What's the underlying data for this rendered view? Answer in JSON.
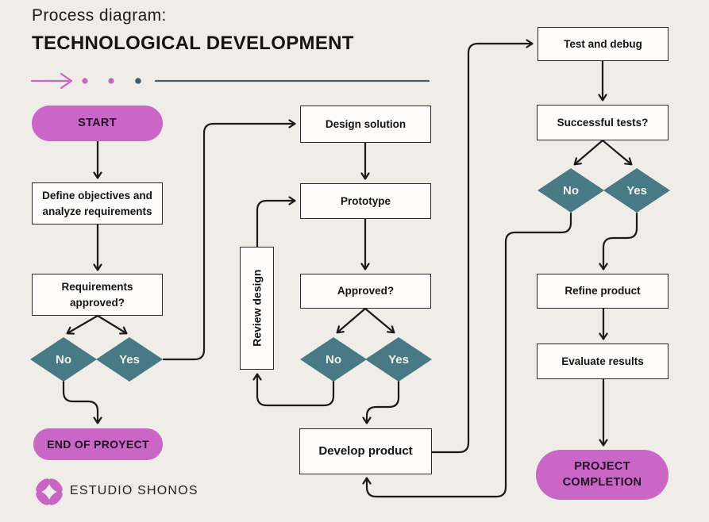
{
  "header": {
    "kicker": "Process diagram:",
    "title": "TECHNOLOGICAL DEVELOPMENT"
  },
  "nodes": {
    "start": "START",
    "define": "Define objectives and analyze requirements",
    "requirements": "Requirements approved?",
    "req_no": "No",
    "req_yes": "Yes",
    "end": "END OF PROYECT",
    "design": "Design solution",
    "prototype": "Prototype",
    "review": "Review design",
    "approved": "Approved?",
    "approved_no": "No",
    "approved_yes": "Yes",
    "develop": "Develop product",
    "test": "Test and debug",
    "success": "Successful tests?",
    "success_no": "No",
    "success_yes": "Yes",
    "refine": "Refine product",
    "evaluate": "Evaluate results",
    "completion": "PROJECT COMPLETION"
  },
  "footer": {
    "brand": "ESTUDIO SHONOS",
    "logo_icon": "flower-petals-icon"
  },
  "colors": {
    "background": "#f0ede9",
    "pill_pink": "#ca67c6",
    "diamond_teal": "#487a85",
    "box_white": "#fdfcfb",
    "line_black": "#1a1a1a",
    "accent_slate": "#41606c"
  }
}
